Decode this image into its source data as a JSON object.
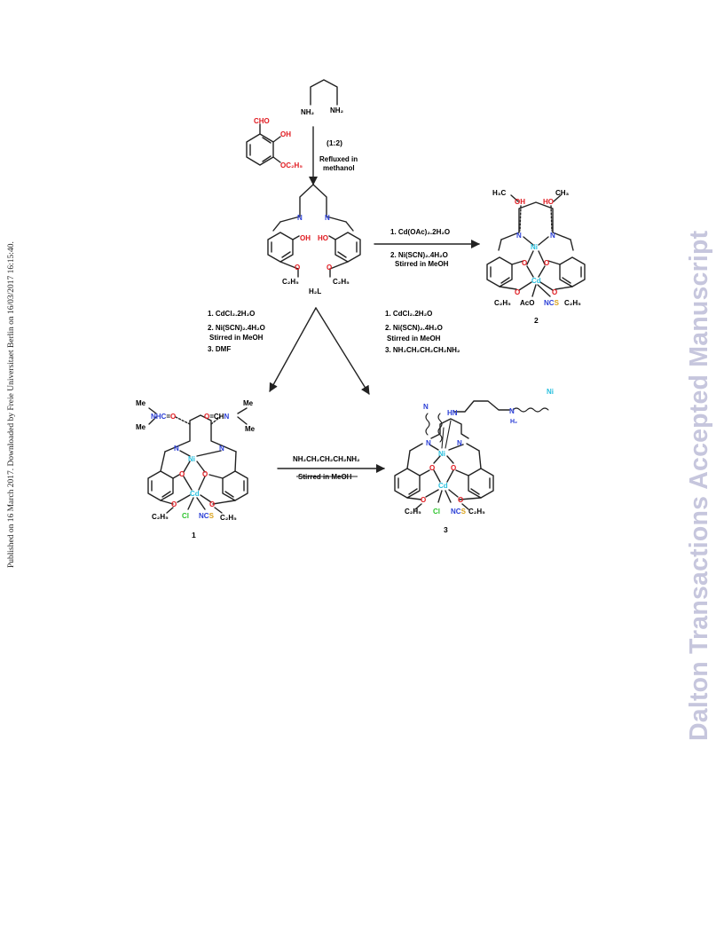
{
  "publication_note": "Published on 16 March 2017. Downloaded by Freie Universitaet Berlin on 16/03/2017 16:15:40.",
  "watermark": "Dalton Transactions Accepted Manuscript",
  "scheme": {
    "step1": {
      "ratio": "(1:2)",
      "line1": "Refluxed in",
      "line2": "methanol"
    },
    "ligand_label": "H₂L",
    "route_to_2": {
      "r1": "1. Cd(OAc)₂.2H₂O",
      "r2": "2. Ni(SCN)₂.4H₂O",
      "r3": "Stirred in MeOH"
    },
    "route_to_1": {
      "r1": "1. CdCl₂.2H₂O",
      "r2": "2. Ni(SCN)₂.4H₂O",
      "r3": "Stirred in MeOH",
      "r4": "3.  DMF"
    },
    "route_to_3": {
      "r1": "1. CdCl₂.2H₂O",
      "r2": "2. Ni(SCN)₂.4H₂O",
      "r3": "Stirred in MeOH",
      "r4": "3.  NH₂CH₂CH₂CH₂NH₂"
    },
    "route_1_to_3": {
      "r1": "NH₂CH₂CH₂CH₂NH₂",
      "r2": "Stirred in MeOH"
    },
    "compound_labels": {
      "c1": "1",
      "c2": "2",
      "c3": "3"
    },
    "atoms": {
      "nh2": "NH₂",
      "cho": "CHO",
      "oh": "OH",
      "ho": "HO",
      "oc2h5": "OC₂H₅",
      "c2h5": "C₂H₅",
      "n": "N",
      "o": "O",
      "ni": "Ni",
      "cd": "Cd",
      "cl": "Cl",
      "ncs": "NCS",
      "aco": "AcO",
      "h3c": "H₃C",
      "ch3": "CH₃",
      "me": "Me",
      "nhc_o": "NHC=O",
      "o_chn": "O=CHN",
      "hn": "HN",
      "h2": "H₂"
    },
    "colors": {
      "nitrogen": "#2b3fd6",
      "oxygen": "#e0191f",
      "metal": "#29c0de",
      "chlorine": "#2ec42e",
      "sulfur": "#d9a21b",
      "bond": "#222222"
    }
  }
}
